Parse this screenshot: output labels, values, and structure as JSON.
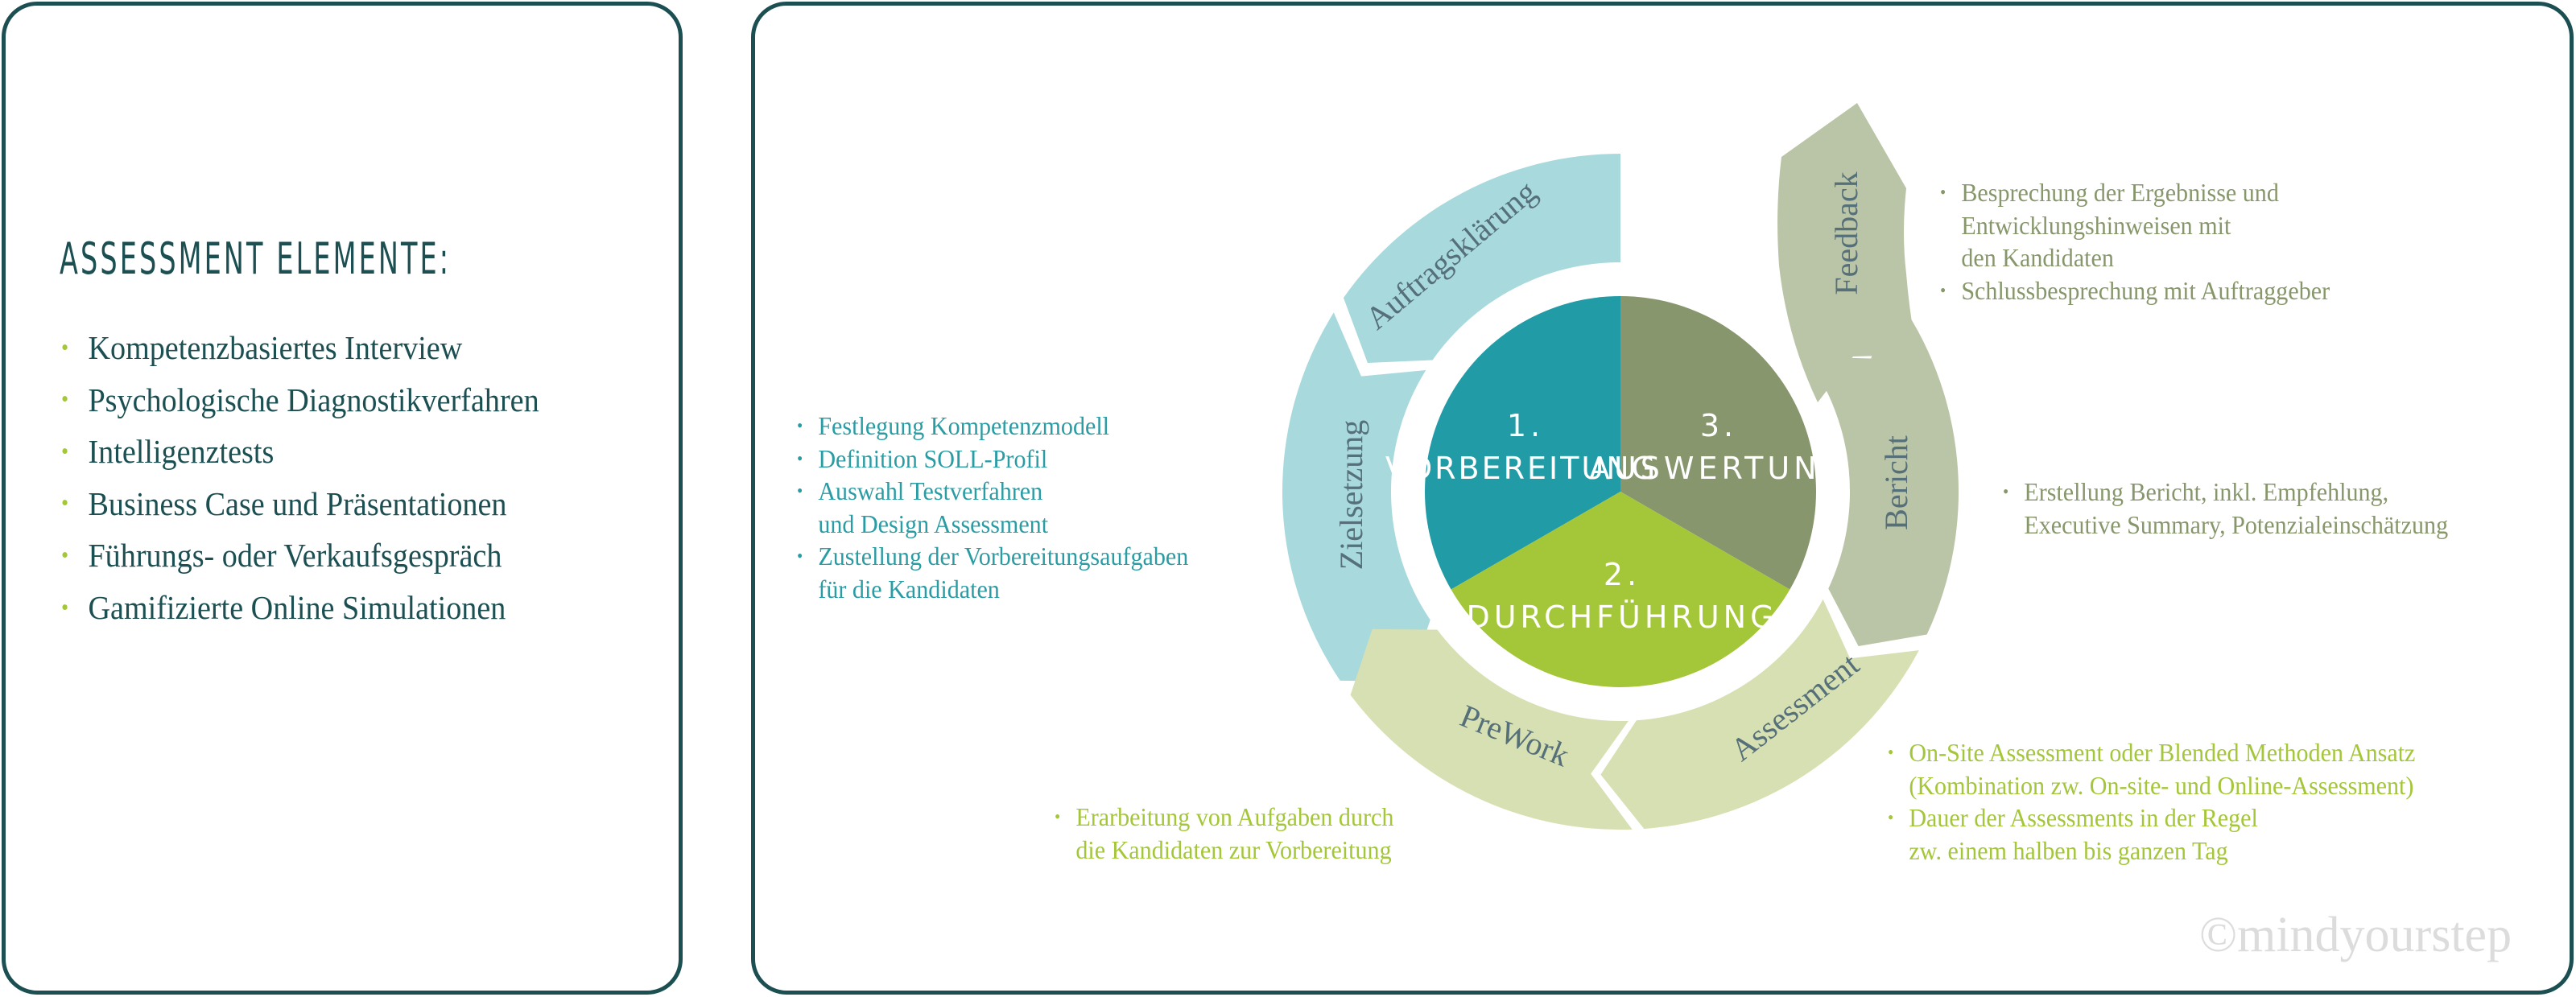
{
  "left_panel": {
    "heading": "ASSESSMENT ELEMENTE:",
    "bullet_glyph": "•",
    "items": [
      "Kompetenzbasiertes Interview",
      "Psychologische Diagnostikverfahren",
      "Intelligenztests",
      "Business Case und Präsentationen",
      "Führungs- oder Verkaufsgespräch",
      "Gamifizierte Online Simulationen"
    ]
  },
  "diagram": {
    "colors": {
      "vorbereitung": "#219ca6",
      "durchfuehrung": "#a4c639",
      "auswertung": "#87966d",
      "ring_vorbereitung": "#a8d9dd",
      "ring_durchfuehrung": "#d7e0b2",
      "ring_auswertung": "#bac4a6",
      "segment_text": "#56707a",
      "frame": "#1c4f52"
    },
    "phases": [
      {
        "number": "1.",
        "name": "VORBEREITUNG"
      },
      {
        "number": "2.",
        "name": "DURCHFÜHRUNG"
      },
      {
        "number": "3.",
        "name": "AUSWERTUNG"
      }
    ],
    "segments": {
      "auftragsklaerung": "Auftragsklärung",
      "zielsetzung": "Zielsetzung",
      "prework": "PreWork",
      "assessment": "Assessment",
      "bericht": "Bericht",
      "feedback": "Feedback"
    }
  },
  "descriptions": {
    "vorbereitung": {
      "lines": [
        {
          "bullet": "•",
          "text": "Festlegung Kompetenzmodell"
        },
        {
          "bullet": "•",
          "text": "Definition SOLL-Profil"
        },
        {
          "bullet": "•",
          "text": "Auswahl Testverfahren"
        },
        {
          "bullet": "",
          "text": "und Design Assessment"
        },
        {
          "bullet": "•",
          "text": "Zustellung der Vorbereitungsaufgaben"
        },
        {
          "bullet": "",
          "text": "für die Kandidaten"
        }
      ]
    },
    "prework": {
      "lines": [
        {
          "bullet": "•",
          "text": "Erarbeitung von Aufgaben durch"
        },
        {
          "bullet": "",
          "text": "die Kandidaten zur Vorbereitung"
        }
      ]
    },
    "assessment": {
      "lines": [
        {
          "bullet": "•",
          "text": "On-Site Assessment oder Blended Methoden Ansatz"
        },
        {
          "bullet": "",
          "text": "(Kombination zw. On-site- und Online-Assessment)"
        },
        {
          "bullet": "•",
          "text": "Dauer der Assessments in der Regel"
        },
        {
          "bullet": "",
          "text": "zw. einem halben bis ganzen Tag"
        }
      ]
    },
    "bericht": {
      "lines": [
        {
          "bullet": "•",
          "text": "Erstellung Bericht, inkl. Empfehlung,"
        },
        {
          "bullet": "",
          "text": "Executive Summary, Potenzialeinschätzung"
        }
      ]
    },
    "feedback": {
      "lines": [
        {
          "bullet": "•",
          "text": "Besprechung der Ergebnisse und"
        },
        {
          "bullet": "",
          "text": "Entwicklungshinweisen mit"
        },
        {
          "bullet": "",
          "text": "den Kandidaten"
        },
        {
          "bullet": "•",
          "text": "Schlussbesprechung mit Auftraggeber"
        }
      ]
    }
  },
  "watermark": "©mindyourstep"
}
